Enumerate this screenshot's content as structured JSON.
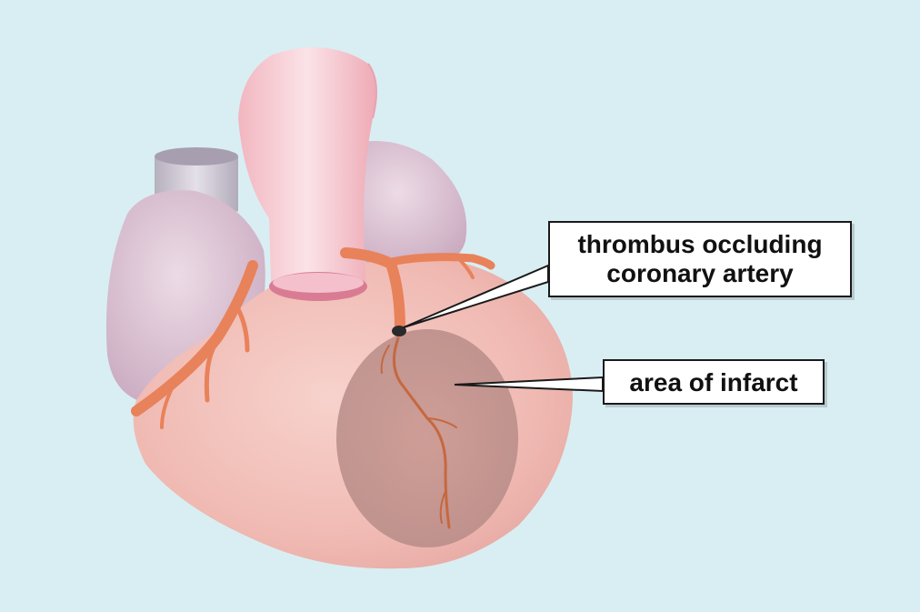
{
  "labels": {
    "thrombus_line1": "thrombus occluding",
    "thrombus_line2": "coronary artery",
    "infarct": "area of infarct"
  },
  "colors": {
    "background": "#d9eef3",
    "heart_muscle": "#f2c2bd",
    "atrium": "#d8bfd0",
    "aorta": "#f4c8cf",
    "vena_cava": "#c9c4d0",
    "coronary_artery": "#e8825a",
    "infarct_zone": "#b58a86",
    "thrombus": "#2a2a2a"
  },
  "icons": [
    "heart-illustration",
    "aorta",
    "superior-vena-cava",
    "left-atrium",
    "right-atrium",
    "coronary-artery",
    "thrombus",
    "infarct-area"
  ]
}
